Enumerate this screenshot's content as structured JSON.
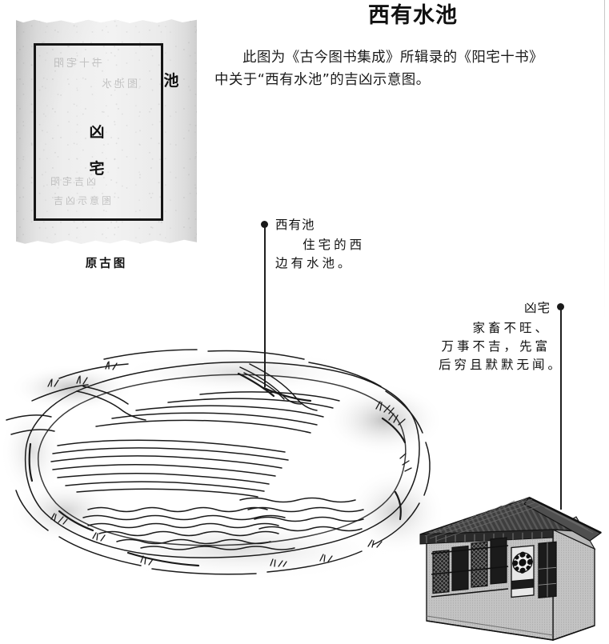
{
  "page": {
    "title": "西有水池",
    "intro_line1": "此图为《古今图书集成》所辑录的《阳宅十书》",
    "intro_line2": "中关于“西有水池”的吉凶示意图。"
  },
  "old_figure": {
    "caption": "原古图",
    "outside_label": "池",
    "inside_label_1": "凶",
    "inside_label_2": "宅",
    "ghost_text_1": "书十宅阳",
    "ghost_text_2": "图池水",
    "ghost_text_3": "凶吉宅阳",
    "ghost_text_4": "图意示凶吉"
  },
  "annotations": {
    "left": {
      "head": "西有池",
      "body_line1": "住宅的西",
      "body_line2": "边有水池。"
    },
    "right": {
      "head": "凶宅",
      "body_line1": "家畜不旺、",
      "body_line2": "万事不吉，先富",
      "body_line3": "后穷且默默无闻。"
    }
  },
  "illustration": {
    "pond_name": "water-pond-drawing",
    "house_name": "traditional-house-drawing",
    "ink_color": "#1a1a1a",
    "roof_color": "#4a4a4a",
    "wall_color": "#c0c0c0"
  }
}
